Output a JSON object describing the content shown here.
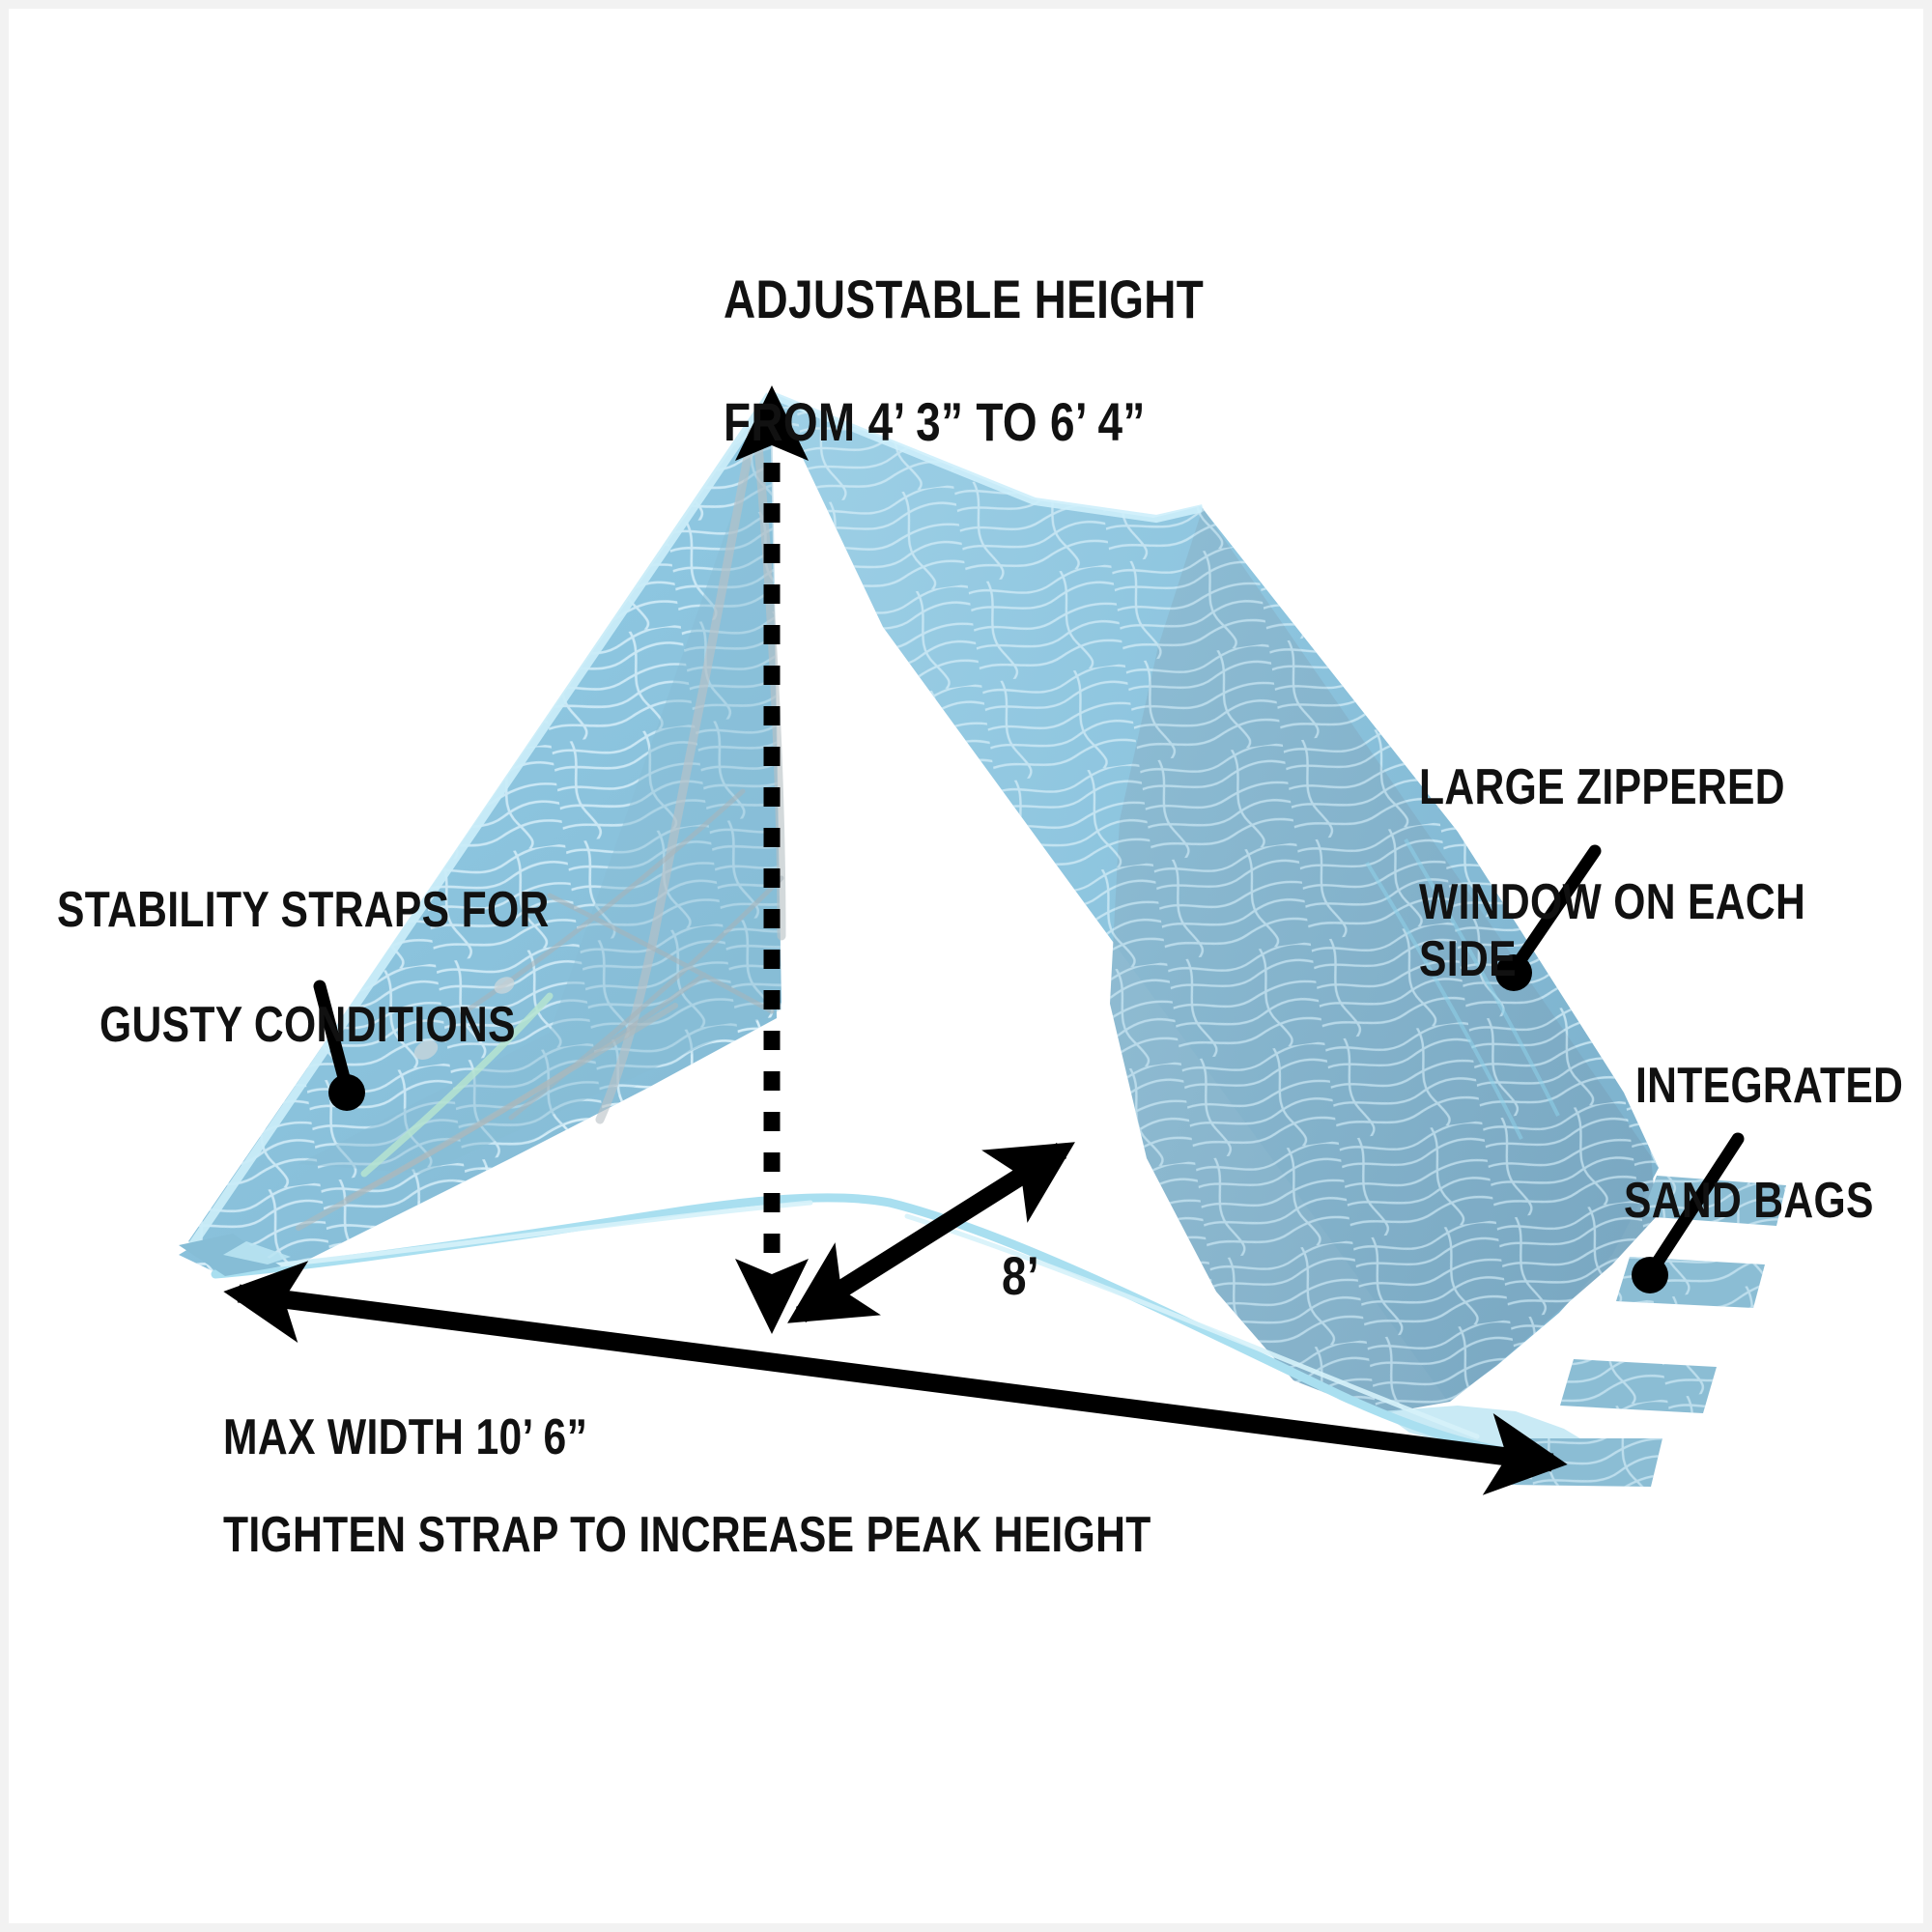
{
  "graphic": {
    "subject": "beach-sun-shelter-tent",
    "background_color": "#ffffff",
    "frame_color": "#f2f2f2",
    "label_color": "#111111",
    "fabric_color": "#8dc6e0",
    "fabric_color_shaded": "#7fb2cc",
    "fabric_pattern_color": "#d9f0fa",
    "fabric_edge_color": "#bde7f5",
    "pole_color": "#c8cfd2",
    "annotation_color": "#000000"
  },
  "callouts": {
    "adjustable_height": {
      "line1": "ADJUSTABLE HEIGHT",
      "line2": "FROM 4’ 3” TO 6’ 4”"
    },
    "stability_straps": {
      "line1": "STABILITY STRAPS FOR",
      "line2": "GUSTY CONDITIONS"
    },
    "zippered_window": {
      "line1": "LARGE ZIPPERED",
      "line2": "WINDOW ON EACH SIDE"
    },
    "sand_bags": {
      "line1": "INTEGRATED",
      "line2": "SAND BAGS"
    },
    "max_width": {
      "line1": "MAX WIDTH 10’ 6”"
    },
    "tighten_strap": {
      "line1": "TIGHTEN STRAP TO INCREASE PEAK HEIGHT"
    },
    "depth": {
      "line1": "8’"
    }
  },
  "dimensions": {
    "peak_height_min": "4’ 3”",
    "peak_height_max": "6’ 4”",
    "max_width": "10’ 6”",
    "depth": "8’"
  },
  "annotations": {
    "height_arrow": "dotted-vertical-double-arrow",
    "width_arrow": "solid-double-headed-arrow",
    "depth_arrow": "solid-double-headed-diagonal-arrow",
    "leader_style": "line-with-dot-terminator"
  }
}
